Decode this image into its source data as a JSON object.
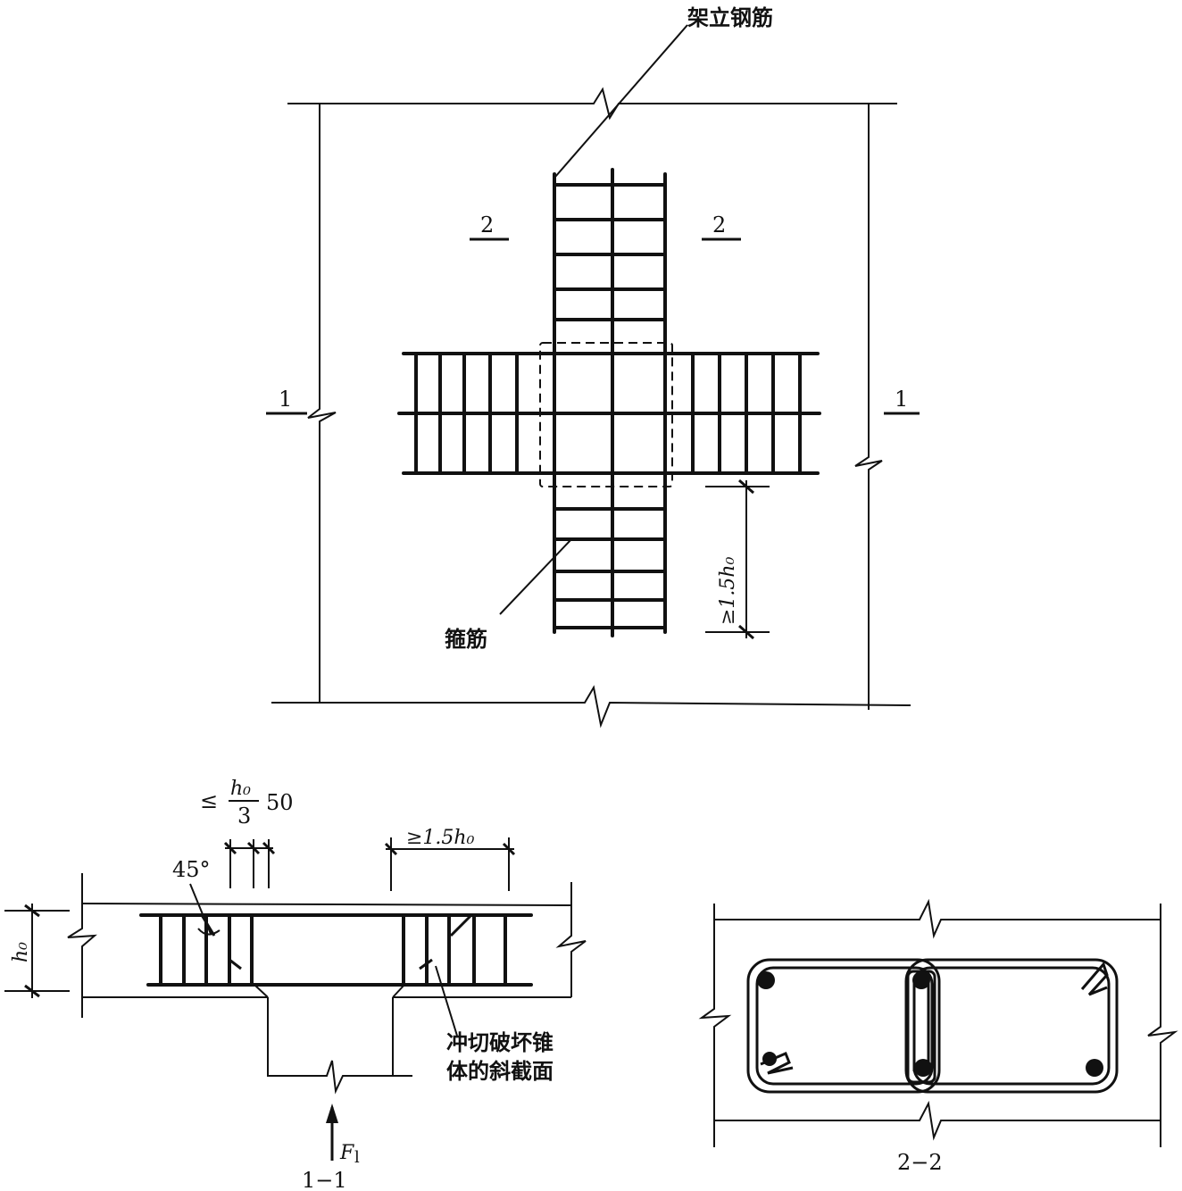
{
  "labels": {
    "erecting_bar": "架立钢筋",
    "stirrup": "箍筋",
    "section_mark_2": "2",
    "section_mark_1": "1",
    "dim_top_plan": "≥1.5h₀",
    "dim_ratio_num": "h₀",
    "dim_ratio_den": "3",
    "dim_ratio_prefix": "≤",
    "dim_ratio_suffix": "50",
    "dim_section_right": "≥1.5h₀",
    "angle": "45°",
    "h0": "h₀",
    "cone_line1": "冲切破坏锥",
    "cone_line2": "体的斜截面",
    "force": "F",
    "force_sub": "l",
    "section_1_title": "1−1",
    "section_2_title": "2−2"
  }
}
